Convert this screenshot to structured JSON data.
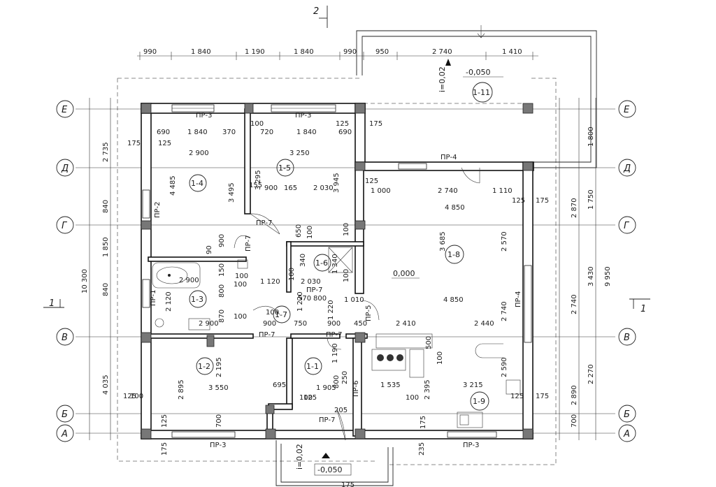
{
  "section_marks": {
    "top": "2",
    "left": "1",
    "right": "1"
  },
  "axes": {
    "left": [
      "Е",
      "Д",
      "Г",
      "В",
      "Б",
      "А"
    ],
    "right": [
      "Е",
      "Д",
      "Г",
      "В",
      "Б",
      "А"
    ]
  },
  "top_dims": [
    "990",
    "1 840",
    "1 190",
    "1 840",
    "990",
    "950",
    "2 740",
    "1 410"
  ],
  "left_dims_outer": [
    "10 300"
  ],
  "left_dims_inner": [
    "2 735",
    "840",
    "1 850",
    "840",
    "4 035"
  ],
  "right_dims_inner": [
    "1 800",
    "1 750",
    "2 870",
    "3 430",
    "2 740",
    "2 270",
    "2 890",
    "700"
  ],
  "right_dims_outer": [
    "9 950"
  ],
  "rooms": [
    {
      "id": "1-1",
      "label": "1-1"
    },
    {
      "id": "1-2",
      "label": "1-2"
    },
    {
      "id": "1-3",
      "label": "1-3"
    },
    {
      "id": "1-4",
      "label": "1-4"
    },
    {
      "id": "1-5",
      "label": "1-5"
    },
    {
      "id": "1-6",
      "label": "1-6"
    },
    {
      "id": "1-7",
      "label": "1-7"
    },
    {
      "id": "1-8",
      "label": "1-8"
    },
    {
      "id": "1-9",
      "label": "1-9"
    },
    {
      "id": "1-11",
      "label": "1-11"
    }
  ],
  "openings": {
    "pr3": "ПР-3",
    "pr4": "ПР-4",
    "pr7": "ПР-7",
    "pr2": "ПР-2",
    "pr1": "ПР-1",
    "pr5": "ПР-5",
    "pr6": "ПР-6"
  },
  "levels": {
    "floor": "0,000",
    "terrace": "-0,050",
    "entry": "-0,050"
  },
  "slopes": {
    "terrace": "i=0,02",
    "entry": "i=0,02"
  },
  "inner_dims": [
    "690",
    "1 840",
    "370",
    "100",
    "720",
    "1 840",
    "690",
    "125",
    "175",
    "125",
    "175",
    "2 900",
    "3 250",
    "4 485",
    "3 495",
    "3 295",
    "3 945",
    "155",
    "900",
    "165",
    "2 030",
    "125",
    "1 000",
    "2 740",
    "1 110",
    "125",
    "175",
    "4 850",
    "3 685",
    "2 570",
    "650",
    "100",
    "100",
    "900",
    "90",
    "340",
    "1 340",
    "150",
    "2 900",
    "100",
    "100",
    "1 120",
    "2 030",
    "100",
    "100",
    "570",
    "800",
    "1 220",
    "1 010",
    "2 120",
    "800",
    "870",
    "100",
    "4 850",
    "1 220",
    "2 740",
    "100",
    "2 900",
    "900",
    "750",
    "900",
    "450",
    "2 410",
    "2 440",
    "1 190",
    "500",
    "100",
    "2 895",
    "3 550",
    "2 195",
    "1 905",
    "800",
    "250",
    "1 535",
    "2 395",
    "3 215",
    "2 590",
    "175",
    "125",
    "695",
    "100",
    "100",
    "700",
    "205",
    "125",
    "175",
    "175",
    "235",
    "175",
    "125",
    "100",
    "125",
    "125"
  ]
}
